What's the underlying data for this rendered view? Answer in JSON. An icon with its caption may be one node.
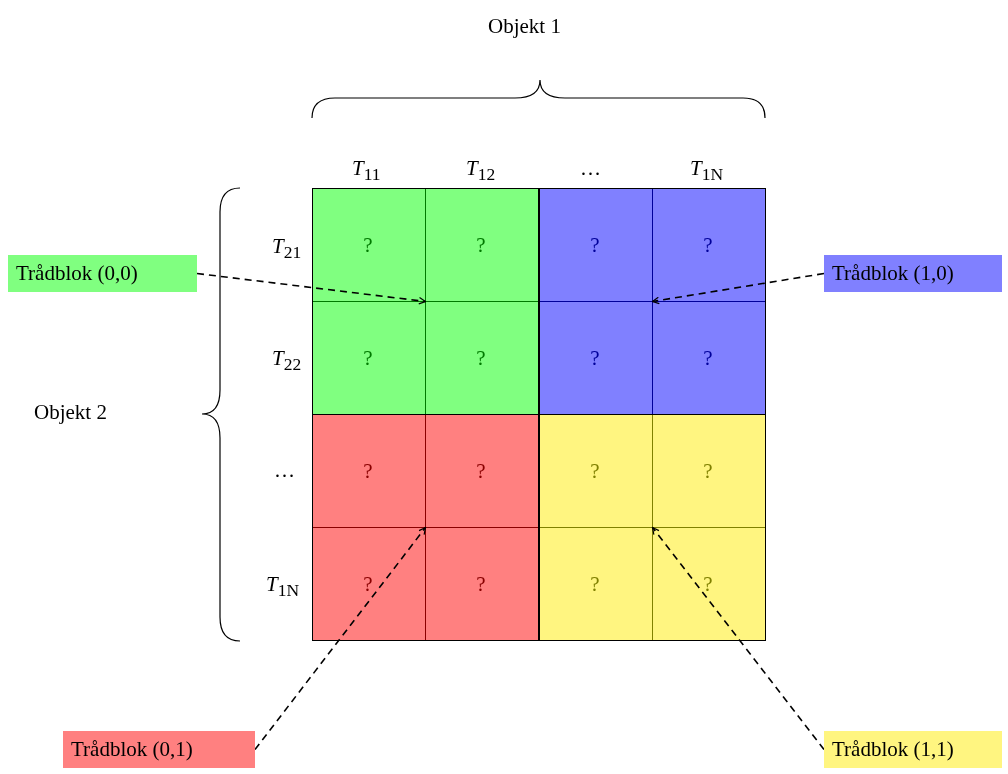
{
  "diagram": {
    "nodes": [
      {
        "text": [],
        "shape": "box"
      },
      {
        "text": [],
        "shape": "box"
      },
      {
        "text": [],
        "shape": "box"
      },
      {
        "text": [],
        "shape": "box"
      },
      {
        "text": [
          "Trådblok (0,0)"
        ]
      },
      {
        "text": [
          "Trådblok (1,0)"
        ]
      },
      {
        "text": [
          "Trådblok (0,1)"
        ]
      },
      {
        "text": [
          "Trådblok (1,1)"
        ]
      }
    ],
    "edges": [
      {
        "from": 4,
        "to": 0,
        "arrow": "to",
        "style": "dashed"
      },
      {
        "from": 5,
        "to": 1,
        "arrow": "to",
        "style": "dashed"
      },
      {
        "from": 6,
        "to": 2,
        "arrow": "to",
        "style": "dashed"
      },
      {
        "from": 7,
        "to": 3,
        "arrow": "to",
        "style": "dashed"
      }
    ],
    "labels": [
      "Objekt 1",
      "*T*$_{11}$",
      "*T*$_{12}$",
      "…",
      "*T*$_{1N}$",
      "*T*$_{21}$",
      "?",
      "?",
      "?",
      "?",
      "*T*$_{22}$",
      "?",
      "?",
      "?",
      "?",
      "Objekt 2",
      "…",
      "?",
      "?",
      "?",
      "?",
      "*T*$_{1N}$",
      "?",
      "?",
      "?",
      "?"
    ]
  }
}
